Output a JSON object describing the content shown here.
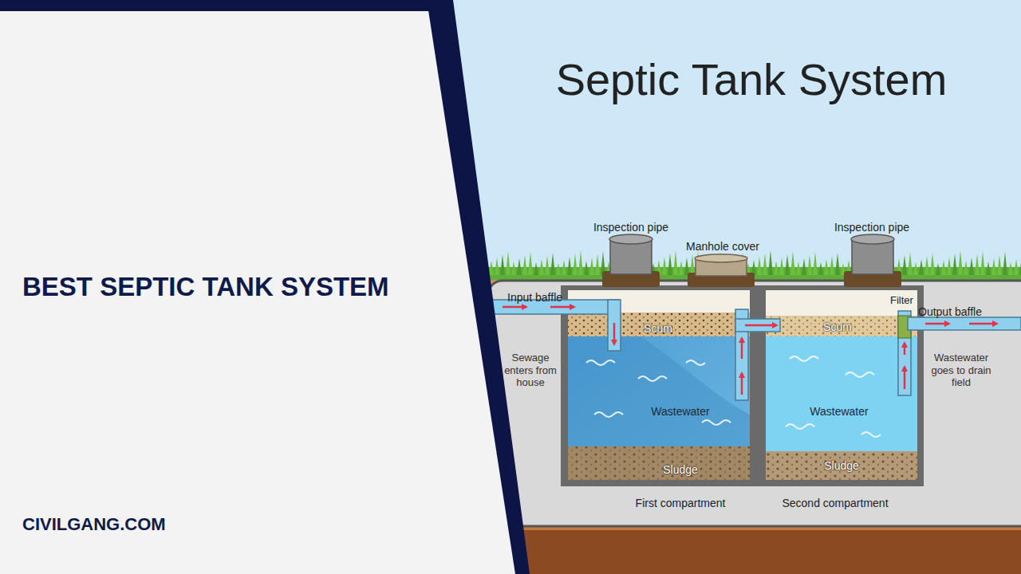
{
  "diagram": {
    "title": "Septic Tank System",
    "nodes": [
      {
        "text": [
          "Scum",
          "Wastewater",
          "Sludge",
          "First compartment"
        ]
      },
      {
        "text": [
          "Scum",
          "Wastewater",
          "Sludge",
          "Second compartment"
        ]
      }
    ],
    "edges": [
      {
        "from": 0,
        "to": 1,
        "arrow": "to"
      }
    ],
    "labels": [
      "BEST SEPTIC TANK SYSTEM",
      "CIVILGANG.COM",
      "Inspection pipe",
      "Manhole cover",
      "Inspection pipe",
      "Input baffle",
      "Filter",
      "Output baffle",
      "Sewage enters from house",
      "Wastewater goes to drain field"
    ]
  }
}
